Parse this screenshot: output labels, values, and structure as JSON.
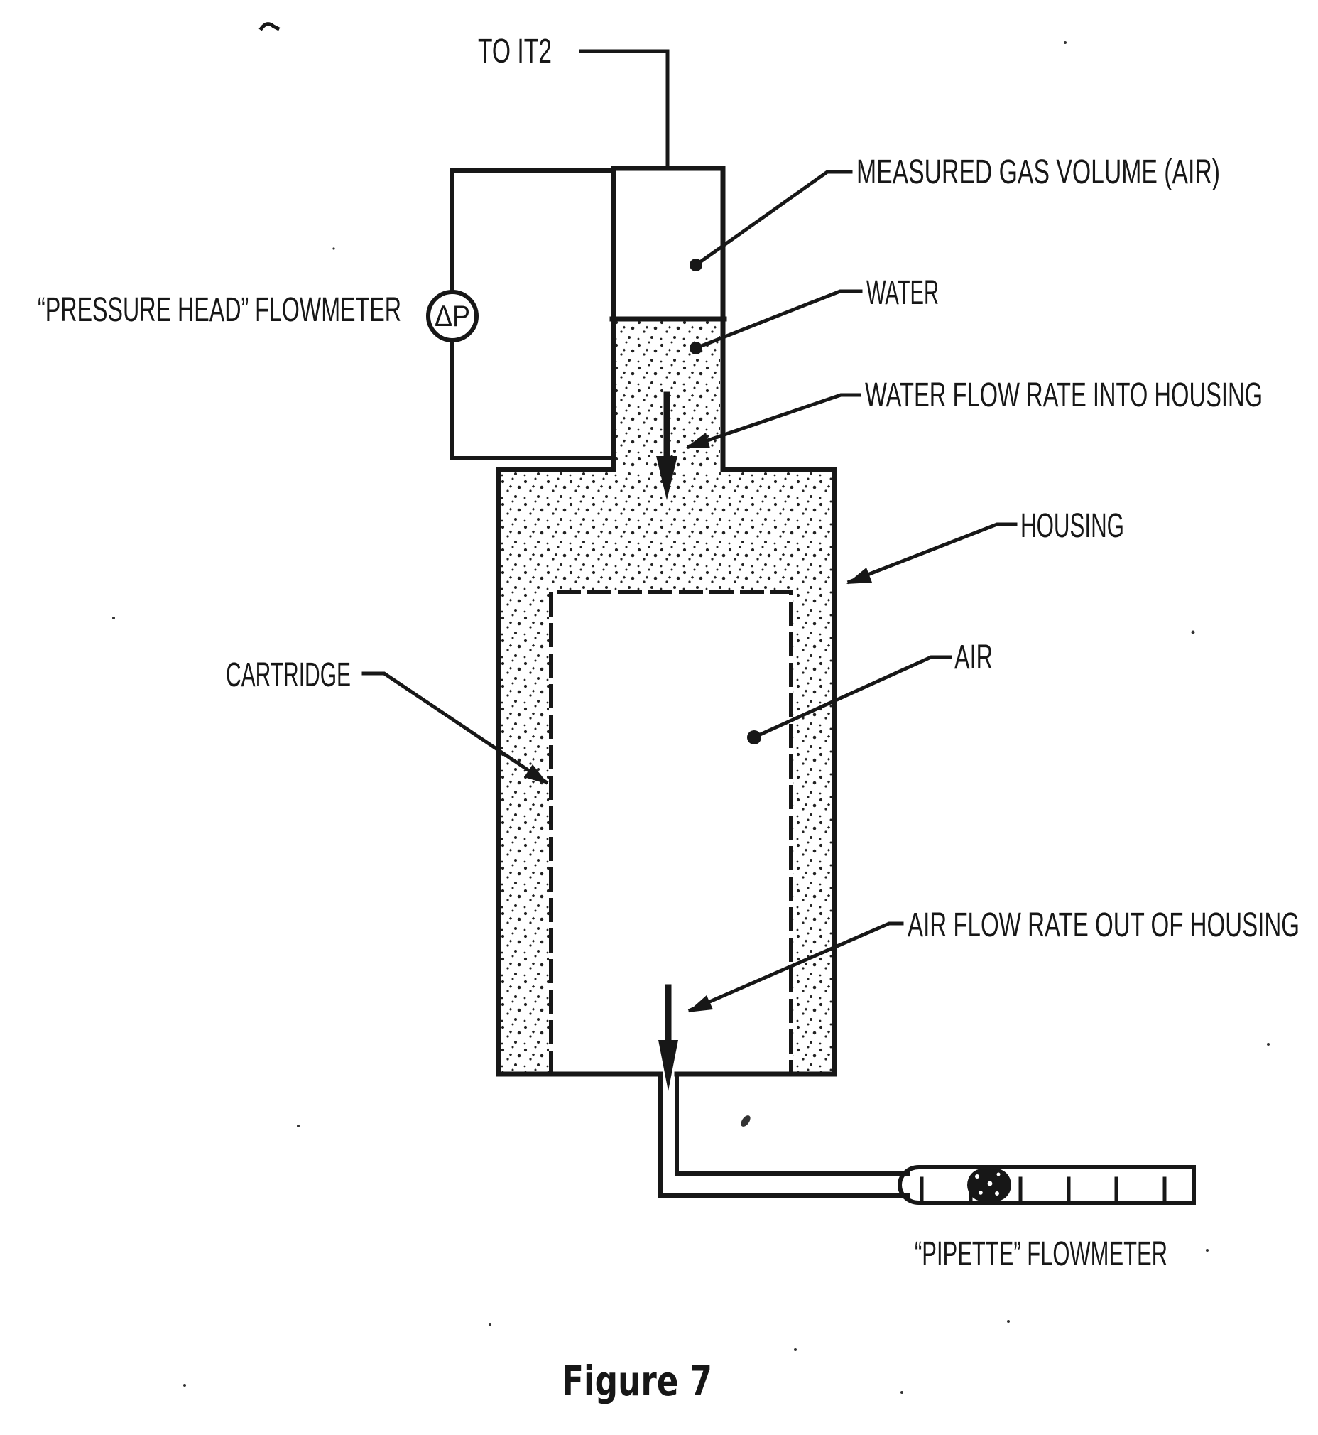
{
  "diagram": {
    "caption": "Figure 7",
    "ink_color": "#171717",
    "paper_color": "#ffffff",
    "annotations": {
      "to_it2": "TO IT2",
      "measured_gas_volume": "MEASURED GAS VOLUME (AIR)",
      "water": "WATER",
      "water_flow_rate": "WATER FLOW RATE INTO HOUSING",
      "pressure_head_flowmeter": "“PRESSURE HEAD” FLOWMETER",
      "delta_p_gauge": "ΔP",
      "housing": "HOUSING",
      "cartridge": "CARTRIDGE",
      "air": "AIR",
      "air_flow_rate": "AIR FLOW RATE OUT OF HOUSING",
      "pipette_flowmeter": "“PIPETTE” FLOWMETER"
    }
  }
}
